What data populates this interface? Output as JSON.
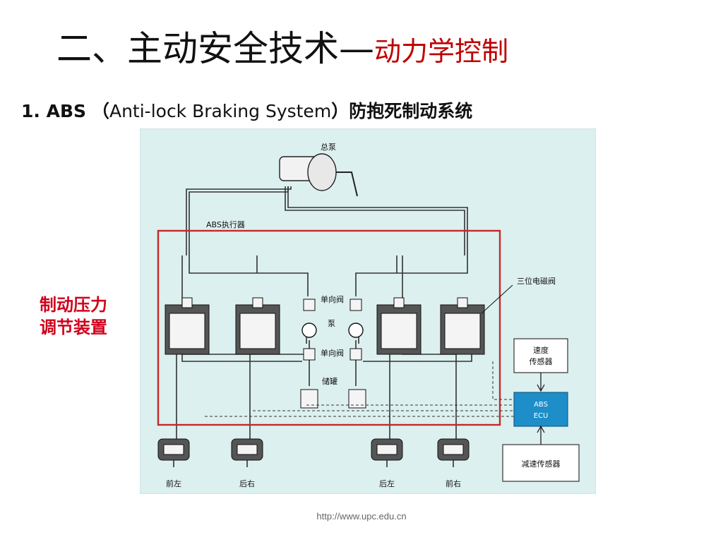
{
  "title": {
    "main": "二、主动安全技术—",
    "accent": "动力学控制"
  },
  "subtitle": {
    "number": "1. ABS",
    "open_paren": "（",
    "english": "Anti-lock Braking System",
    "close_paren": "）",
    "chinese": "防抱死制动系统"
  },
  "side_label": {
    "line1": "制动压力",
    "line2": "调节装置"
  },
  "diagram": {
    "master_cylinder": "总泵",
    "actuator": "ABS执行器",
    "three_position_valve": "三位电磁阀",
    "check_valve_top": "单向阀",
    "pump": "泵",
    "check_valve_bottom": "单向阀",
    "reservoir": "储罐",
    "speed_sensor_line1": "速度",
    "speed_sensor_line2": "传感器",
    "ecu_line1": "ABS",
    "ecu_line2": "ECU",
    "decel_sensor": "减速传感器",
    "wheels": [
      "前左",
      "后右",
      "后左",
      "前右"
    ]
  },
  "footer": {
    "url": "http://www.upc.edu.cn"
  },
  "colors": {
    "accent": "#c00000",
    "side_label": "#d0021b",
    "diagram_bg": "#dcf0ef",
    "ecu": "#1e8ec8",
    "outline": "#c62828"
  }
}
